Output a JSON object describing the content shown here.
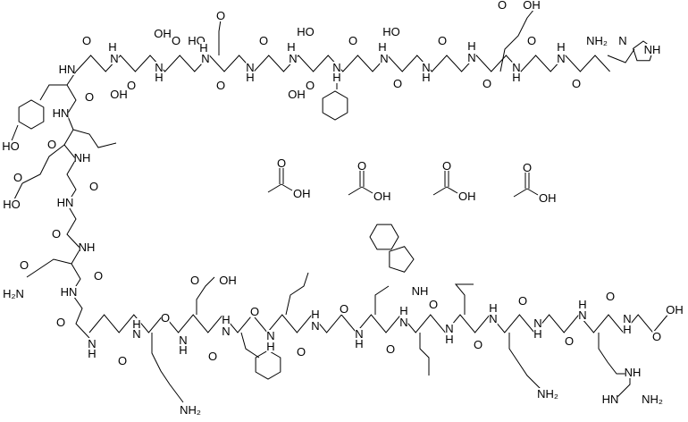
{
  "diagram": {
    "type": "chemical-structure",
    "line_color": "#000000",
    "background": "#ffffff",
    "atom_labels": [
      "O",
      "HN",
      "H",
      "N",
      "OH",
      "O",
      "OH",
      "O",
      "N",
      "H",
      "HO",
      "O",
      "H",
      "N",
      "O",
      "N",
      "H",
      "O",
      "H",
      "N",
      "OH",
      "HO",
      "O",
      "N",
      "H",
      "O",
      "O",
      "H",
      "N",
      "HO",
      "O",
      "N",
      "H",
      "O",
      "H",
      "N",
      "O",
      "OH",
      "O",
      "N",
      "H",
      "O",
      "H",
      "N",
      "NH₂",
      "O",
      "N",
      "NH",
      "HO",
      "O",
      "HN",
      "O",
      "NH",
      "O",
      "O",
      "HO",
      "HN",
      "O",
      "NH",
      "O",
      "O",
      "H₂N",
      "HN",
      "O",
      "N",
      "H",
      "O",
      "H",
      "N",
      "O",
      "O",
      "OH",
      "N",
      "H",
      "O",
      "H",
      "N",
      "O",
      "N",
      "H",
      "O",
      "H",
      "N",
      "O",
      "NH₂",
      "N",
      "H",
      "NH",
      "O",
      "H",
      "N",
      "O",
      "N",
      "H",
      "O",
      "H",
      "N",
      "O",
      "N",
      "H",
      "O",
      "H",
      "N",
      "O",
      "N",
      "H",
      "OH",
      "O",
      "NH",
      "HN",
      "NH₂",
      "NH₂"
    ],
    "counterions": [
      {
        "carbonyl": "O",
        "hydroxyl": "OH"
      },
      {
        "carbonyl": "O",
        "hydroxyl": "OH"
      },
      {
        "carbonyl": "O",
        "hydroxyl": "OH"
      },
      {
        "carbonyl": "O",
        "hydroxyl": "OH"
      }
    ]
  }
}
